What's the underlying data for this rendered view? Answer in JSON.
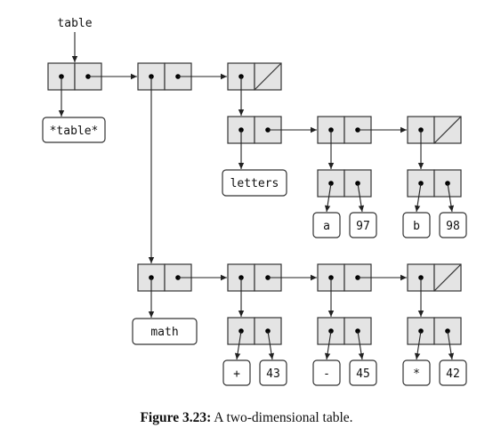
{
  "pointer_label": "table",
  "symbols": {
    "table_tag": "*table*",
    "letters": "letters",
    "math": "math"
  },
  "letters_entries": [
    {
      "key": "a",
      "value": "97"
    },
    {
      "key": "b",
      "value": "98"
    }
  ],
  "math_entries": [
    {
      "key": "+",
      "value": "43"
    },
    {
      "key": "-",
      "value": "45"
    },
    {
      "key": "*",
      "value": "42"
    }
  ],
  "caption": {
    "number": "Figure 3.23:",
    "text": " A two-dimensional table."
  }
}
